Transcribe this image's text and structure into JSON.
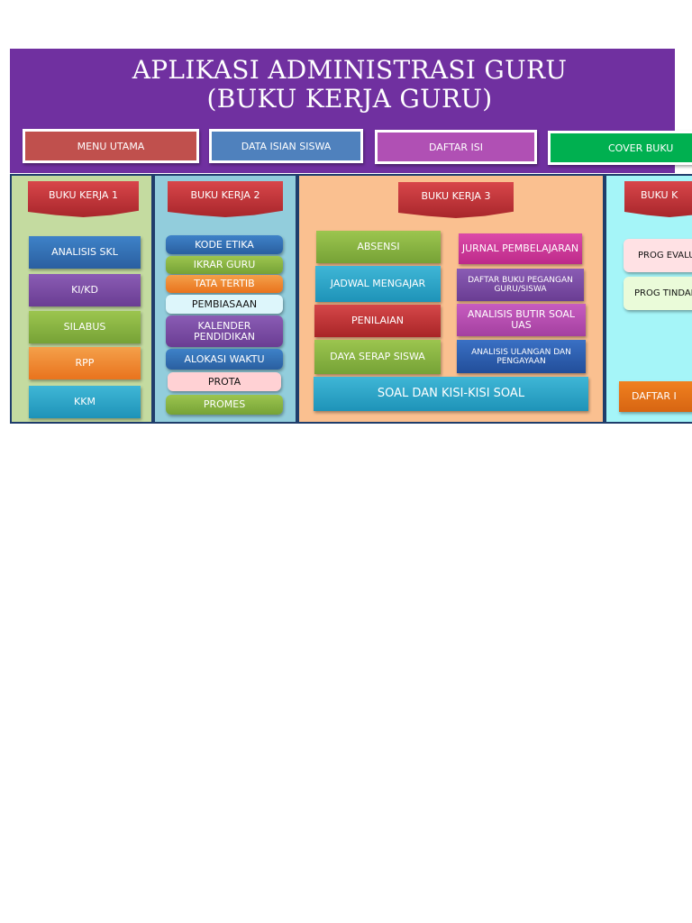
{
  "header": {
    "title_line1": "APLIKASI ADMINISTRASI GURU",
    "title_line2": "(BUKU KERJA GURU)"
  },
  "nav": [
    {
      "label": "MENU UTAMA",
      "color": "#c0504d"
    },
    {
      "label": "DATA ISIAN SISWA",
      "color": "#4f81bd"
    },
    {
      "label": "DAFTAR ISI",
      "color": "#b050b4"
    },
    {
      "label": "COVER BUKU",
      "color": "#00b050"
    }
  ],
  "colors": {
    "header_bg": "#7030a0",
    "panel1_bg": "#c4dba0",
    "panel2_bg": "#92cddc",
    "panel3_bg": "#fac090",
    "panel4_bg": "#a5f5f8",
    "ribbon": "#c0393d"
  },
  "panels": [
    {
      "title": "BUKU  KERJA 1",
      "items": [
        "ANALISIS SKL",
        "KI/KD",
        "SILABUS",
        "RPP",
        "KKM"
      ]
    },
    {
      "title": "BUKU KERJA 2",
      "items": [
        "KODE ETIKA",
        "IKRAR GURU",
        "TATA TERTIB",
        "PEMBIASAAN",
        "KALENDER PENDIDIKAN",
        "ALOKASI WAKTU",
        "PROTA",
        "PROMES"
      ]
    },
    {
      "title": "BUKU KERJA 3",
      "items": [
        "ABSENSI",
        "JURNAL PEMBELAJARAN",
        "JADWAL MENGAJAR",
        "DAFTAR BUKU PEGANGAN GURU/SISWA",
        "PENILAIAN",
        "ANALISIS BUTIR SOAL UAS",
        "DAYA SERAP SISWA",
        "ANALISIS ULANGAN DAN PENGAYAAN",
        "SOAL DAN KISI-KISI SOAL"
      ]
    },
    {
      "title": "BUKU K",
      "items": [
        "PROG EVALUA",
        "PROG TINDAK",
        "DAFTAR I"
      ]
    }
  ]
}
